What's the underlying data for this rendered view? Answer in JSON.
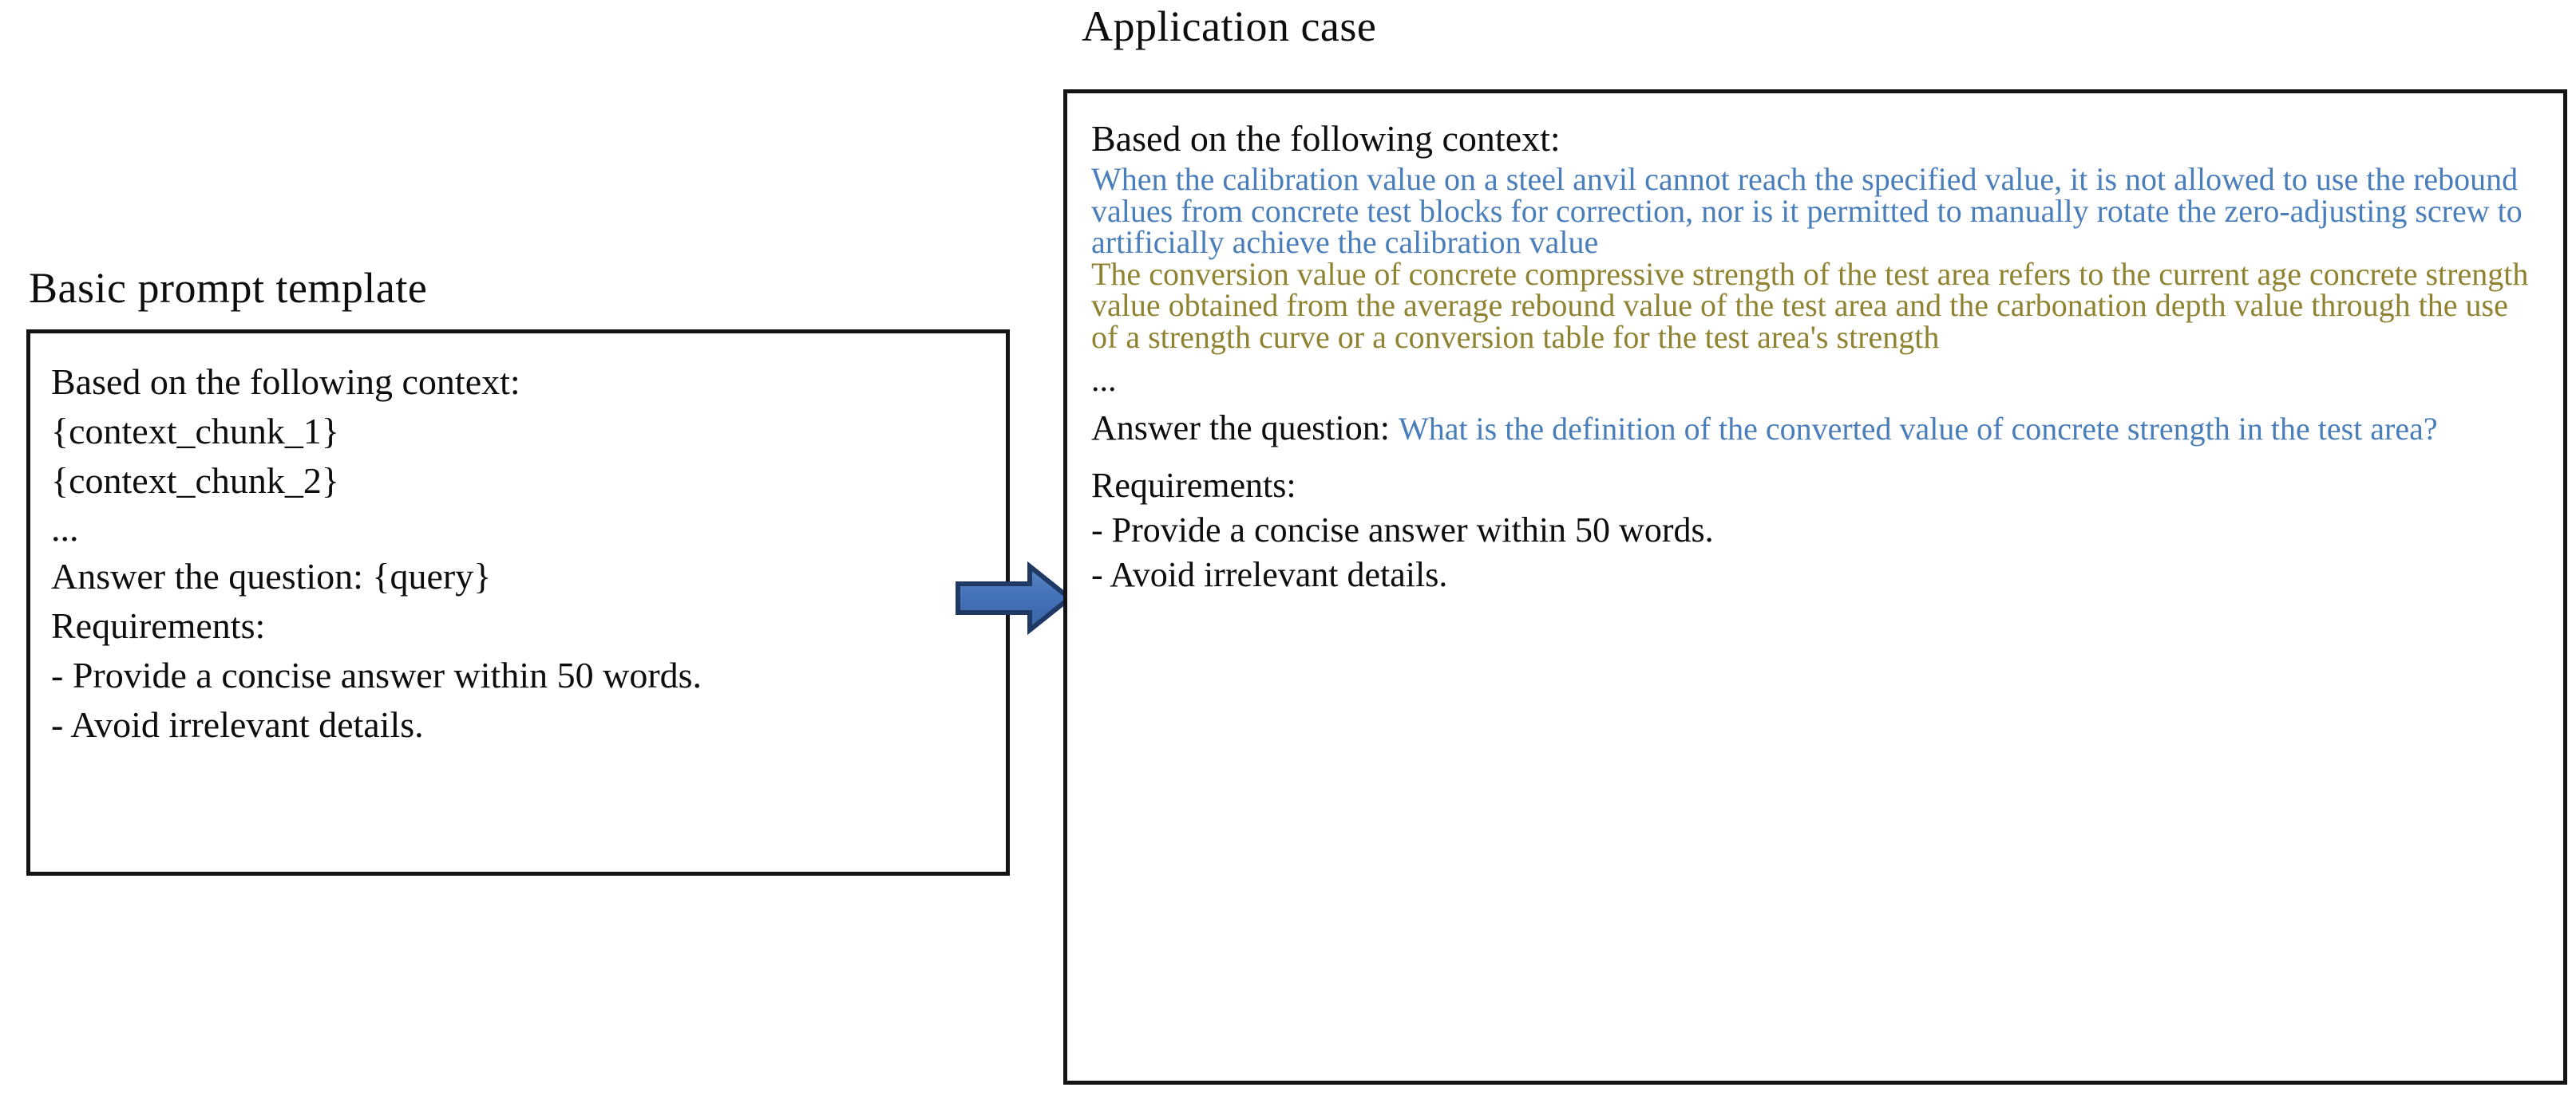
{
  "figure": {
    "left_panel": {
      "title": "Basic prompt template",
      "lines": [
        "Based on the following context:",
        "{context_chunk_1}",
        "{context_chunk_2}",
        "...",
        "Answer the question: {query}",
        "Requirements:",
        "- Provide a concise answer within 50 words.",
        "- Avoid irrelevant details."
      ]
    },
    "right_panel": {
      "title": "Application case",
      "context_heading": "Based on the following context:",
      "context_chunk_1": "When the calibration value on a steel anvil cannot reach the specified value, it is not allowed to use the rebound values from concrete test blocks for correction, nor is it permitted to manually rotate the zero-adjusting screw to artificially achieve the calibration value",
      "context_chunk_2": "The conversion value of concrete compressive strength of the test area refers to the current age concrete strength value obtained from the average rebound value of the test area and the carbonation depth value through the use of a strength curve or a conversion table for the test area's strength",
      "ellipsis": "...",
      "answer_label": "Answer the question:",
      "query_text": "What is the definition of the converted value of concrete strength in the test area?",
      "requirements_label": "Requirements:",
      "requirement_1": "- Provide a concise answer within 50 words.",
      "requirement_2": "- Avoid irrelevant details."
    },
    "connector": {
      "icon": "right-arrow-icon",
      "fill_color": "#4472b8",
      "stroke_color": "#1f3864"
    },
    "colors": {
      "chunk_1_color": "#4a7ebb",
      "chunk_2_color": "#8f8230",
      "box_border": "#141414",
      "text": "#0d0d0d"
    }
  }
}
